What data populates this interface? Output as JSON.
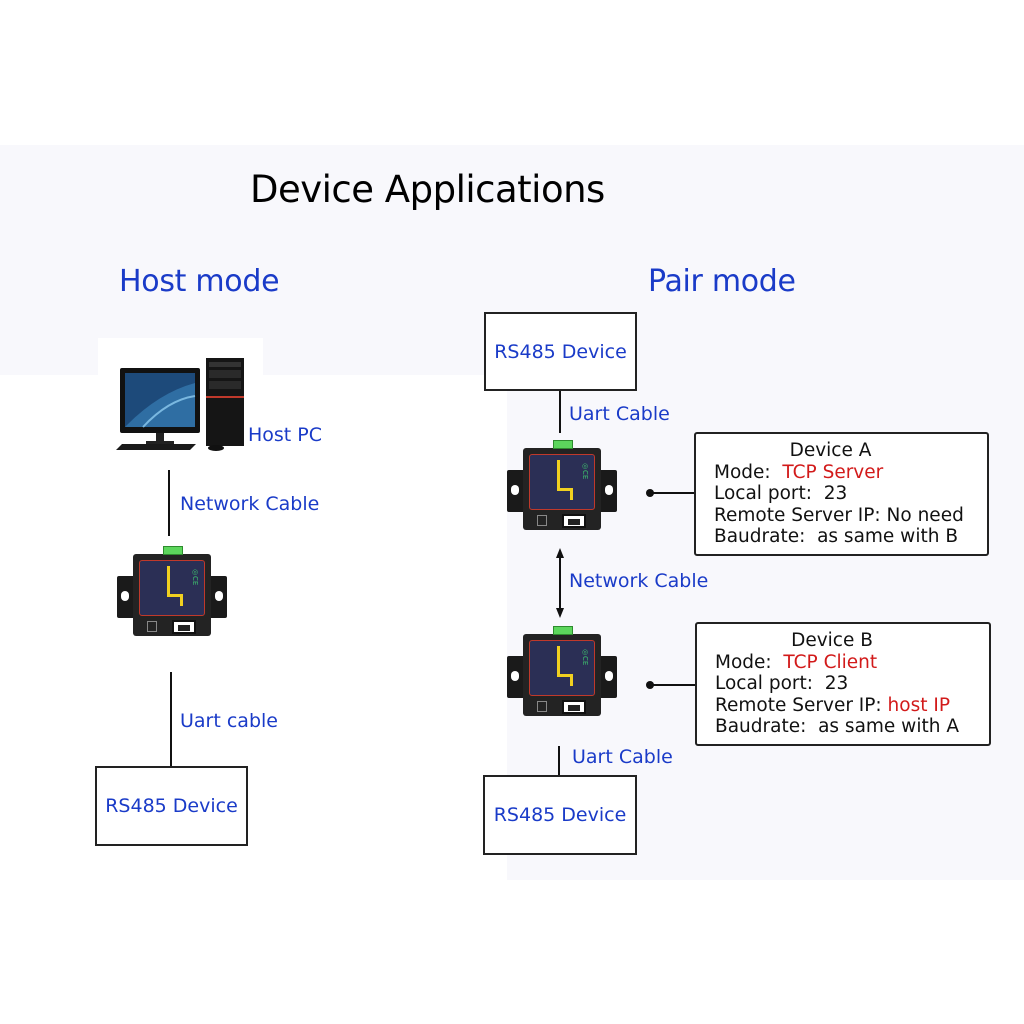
{
  "title": "Device Applications",
  "host_mode": {
    "heading": "Host mode",
    "host_pc_label": "Host PC",
    "network_cable_label": "Network Cable",
    "uart_cable_label": "Uart cable",
    "rs485_label": "RS485 Device",
    "icons": {
      "pc": "desktop-computer-icon",
      "device": "serial-server-icon"
    }
  },
  "pair_mode": {
    "heading": "Pair mode",
    "top_rs485_label": "RS485 Device",
    "top_uart_label": "Uart Cable",
    "network_cable_label": "Network Cable",
    "bottom_uart_label": "Uart Cable",
    "bottom_rs485_label": "RS485 Device",
    "device_a": {
      "heading": "Device A",
      "mode_label": "Mode:",
      "mode_value": "TCP Server",
      "local_port": "Local port:  23",
      "remote_ip_label": "Remote Server IP:",
      "remote_ip_value": "No need",
      "baudrate": "Baudrate:  as same with B"
    },
    "device_b": {
      "heading": "Device B",
      "mode_label": "Mode:",
      "mode_value": "TCP Client",
      "local_port": "Local port:  23",
      "remote_ip_label": "Remote Server IP:",
      "remote_ip_value": "host IP",
      "baudrate": "Baudrate:  as same with A"
    }
  },
  "colors": {
    "label_blue": "#1a3bc8",
    "highlight_red": "#d21a1a",
    "background_panel": "#f8f8fc"
  }
}
